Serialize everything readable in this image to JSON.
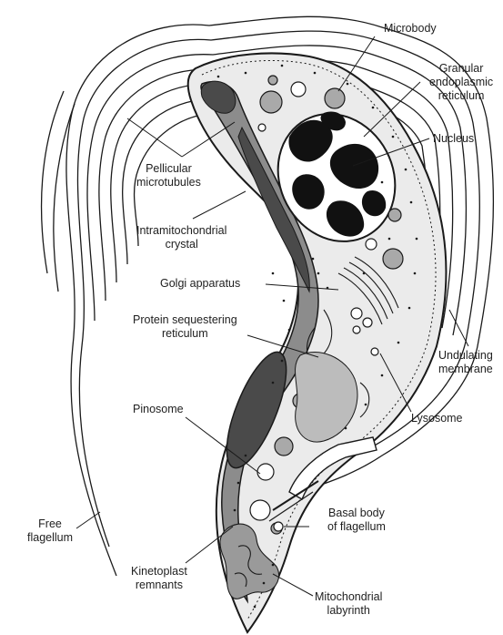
{
  "labels": {
    "microbody": [
      "Microbody"
    ],
    "granular_er": [
      "Granular",
      "endoplasmic",
      "reticulum"
    ],
    "nucleus": [
      "Nucleus"
    ],
    "pellicular": [
      "Pellicular",
      "microtubules"
    ],
    "intramito": [
      "Intramitochondrial",
      "crystal"
    ],
    "golgi": [
      "Golgi apparatus"
    ],
    "protein_seq": [
      "Protein sequestering",
      "reticulum"
    ],
    "undulating": [
      "Undulating",
      "membrane"
    ],
    "pinosome": [
      "Pinosome"
    ],
    "lysosome": [
      "Lysosome"
    ],
    "basal_body": [
      "Basal body",
      "of flagellum"
    ],
    "free_flag": [
      "Free",
      "flagellum"
    ],
    "kinetoplast": [
      "Kinetoplast",
      "remnants"
    ],
    "mito_lab": [
      "Mitochondrial",
      "labyrinth"
    ]
  },
  "colors": {
    "outline": "#1a1a1a",
    "cytoplasm": "#e9e9e9",
    "mito": "#8e8e8e",
    "dark_crystal": "#4a4a4a",
    "vesicle": "#a9a9a9"
  }
}
